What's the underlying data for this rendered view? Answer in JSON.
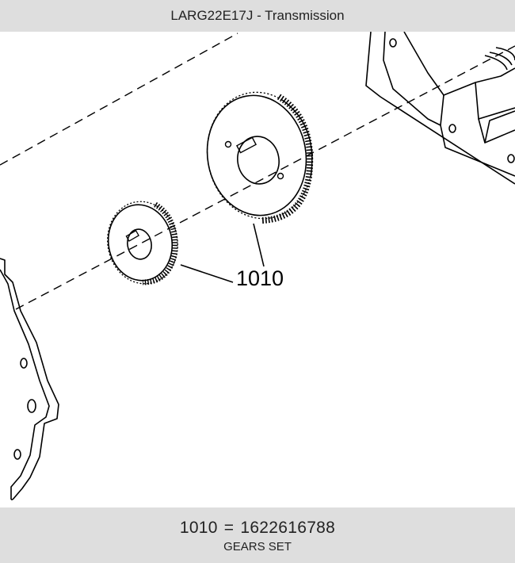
{
  "header": {
    "title": "LARG22E17J - Transmission"
  },
  "diagram": {
    "callouts": [
      {
        "label": "1010"
      }
    ]
  },
  "footer": {
    "ref": "1010",
    "equals": "=",
    "part_number": "1622616788",
    "description": "GEARS SET"
  },
  "colors": {
    "bar_background": "#dedede",
    "line": "#000000"
  }
}
